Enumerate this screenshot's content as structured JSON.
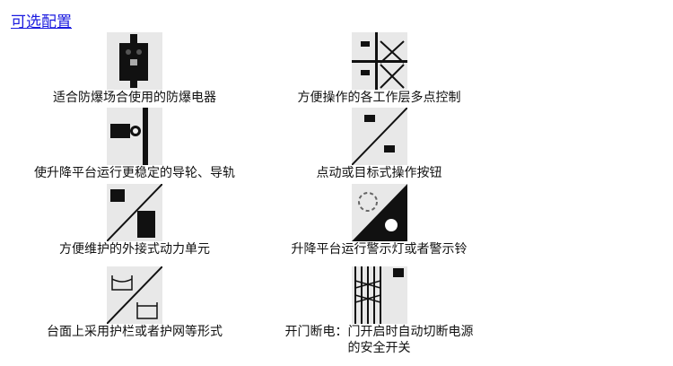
{
  "title": "可选配置",
  "items": [
    {
      "icon": "explosion-proof-box-icon",
      "caption": "适合防爆场合使用的防爆电器"
    },
    {
      "icon": "multi-floor-control-icon",
      "caption": "方便操作的各工作层多点控制"
    },
    {
      "icon": "guide-wheel-rail-icon",
      "caption": "使升降平台运行更稳定的导轮、导轨"
    },
    {
      "icon": "push-button-icon",
      "caption": "点动或目标式操作按钮"
    },
    {
      "icon": "external-power-unit-icon",
      "caption": "方便维护的外接式动力单元"
    },
    {
      "icon": "warning-light-bell-icon",
      "caption": "升降平台运行警示灯或者警示铃"
    },
    {
      "icon": "guardrail-icon",
      "caption": "台面上采用护栏或者护网等形式"
    },
    {
      "icon": "door-safety-switch-icon",
      "caption": "开门断电：门开启时自动切断电源",
      "caption2": "的安全开关"
    }
  ]
}
